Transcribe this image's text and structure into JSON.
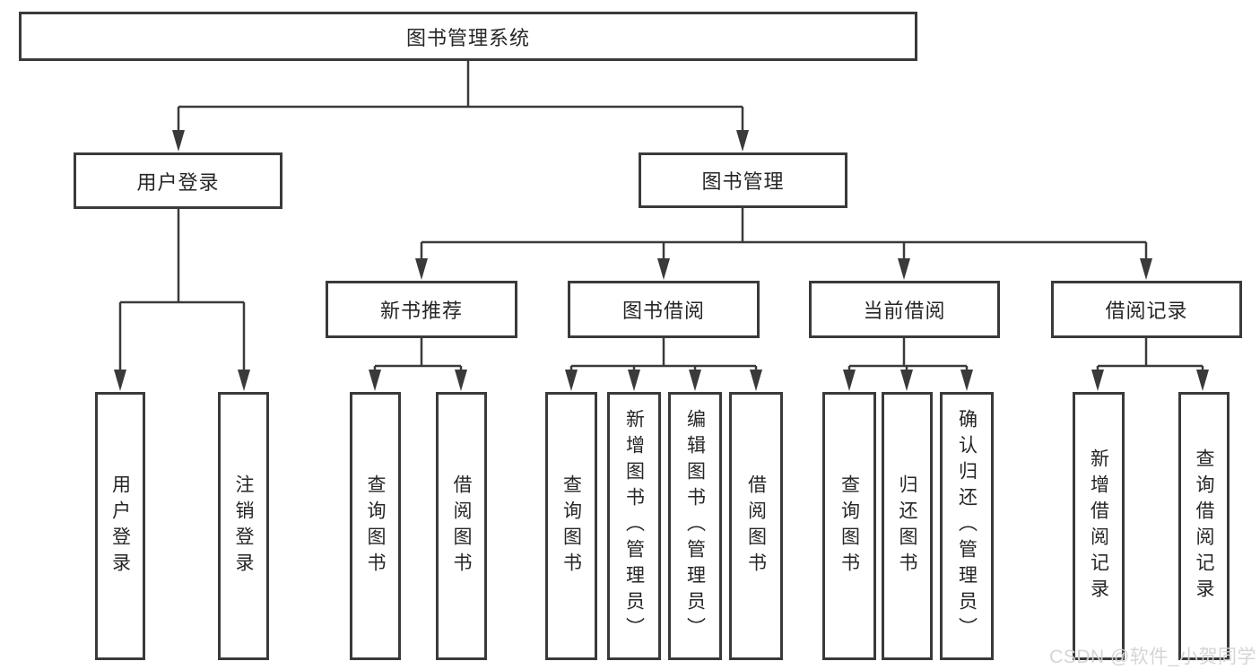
{
  "tree": {
    "root": {
      "label": "图书管理系统",
      "children": [
        {
          "label": "用户登录",
          "children": [
            {
              "label": "用户登录"
            },
            {
              "label": "注销登录"
            }
          ]
        },
        {
          "label": "图书管理",
          "children": [
            {
              "label": "新书推荐",
              "children": [
                {
                  "label": "查询图书"
                },
                {
                  "label": "借阅图书"
                }
              ]
            },
            {
              "label": "图书借阅",
              "children": [
                {
                  "label": "查询图书"
                },
                {
                  "label": "新增图书（管理员）"
                },
                {
                  "label": "编辑图书（管理员）"
                },
                {
                  "label": "借阅图书"
                }
              ]
            },
            {
              "label": "当前借阅",
              "children": [
                {
                  "label": "查询图书"
                },
                {
                  "label": "归还图书"
                },
                {
                  "label": "确认归还（管理员）"
                }
              ]
            },
            {
              "label": "借阅记录",
              "children": [
                {
                  "label": "新增借阅记录"
                },
                {
                  "label": "查询借阅记录"
                }
              ]
            }
          ]
        }
      ]
    }
  },
  "watermark": "CSDN @软件_小贺同学",
  "colors": {
    "background": "#ffffff",
    "line": "#3a3a3a",
    "box_border": "#3a3a3a",
    "text": "#262626",
    "watermark": "#d3d3d3"
  }
}
